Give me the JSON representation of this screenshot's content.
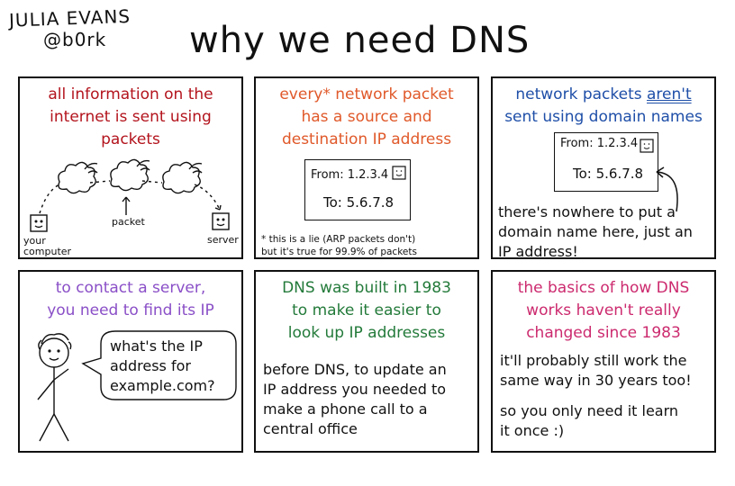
{
  "author": {
    "line1": "JULIA EVANS",
    "line2": "@b0rk"
  },
  "title": "why we need DNS",
  "panels": {
    "p1": {
      "heading": [
        "all information on the",
        "internet is sent using",
        "packets"
      ],
      "labels": {
        "packet": "packet",
        "your_computer_1": "your",
        "your_computer_2": "computer",
        "server": "server"
      }
    },
    "p2": {
      "heading": [
        "every* network packet",
        "has a source and",
        "destination IP address"
      ],
      "packet": {
        "from": "From: 1.2.3.4",
        "to": "To: 5.6.7.8"
      },
      "footnote": [
        "* this is a lie (ARP packets don't)",
        "but it's true for 99.9% of packets"
      ]
    },
    "p3": {
      "heading_line1_a": "network packets ",
      "heading_line1_b": "aren't",
      "heading_line2": "sent using domain names",
      "packet": {
        "from": "From: 1.2.3.4",
        "to": "To: 5.6.7.8"
      },
      "body": [
        "there's nowhere to put a",
        "domain name here, just an",
        "IP address!"
      ]
    },
    "p4": {
      "heading": [
        "to contact a server,",
        "you need to find its IP"
      ],
      "bubble": [
        "what's the IP",
        "address for",
        "example.com?"
      ]
    },
    "p5": {
      "heading": [
        "DNS was built in 1983",
        "to make it easier to",
        "look up IP addresses"
      ],
      "body": [
        "before DNS, to update an",
        "IP address you needed to",
        "make a phone call to a",
        "central office"
      ]
    },
    "p6": {
      "heading": [
        "the basics of how DNS",
        "works haven't really",
        "changed since 1983"
      ],
      "body1": [
        "it'll probably still work the",
        "same way in 30 years too!"
      ],
      "body2": [
        "so you only need it learn",
        "it once :)"
      ]
    }
  },
  "colors": {
    "p1": "#b3141d",
    "p2": "#e0592a",
    "p3": "#1f4fa8",
    "p4": "#8a4fc7",
    "p5": "#237a3a",
    "p6": "#cc2a6e"
  }
}
